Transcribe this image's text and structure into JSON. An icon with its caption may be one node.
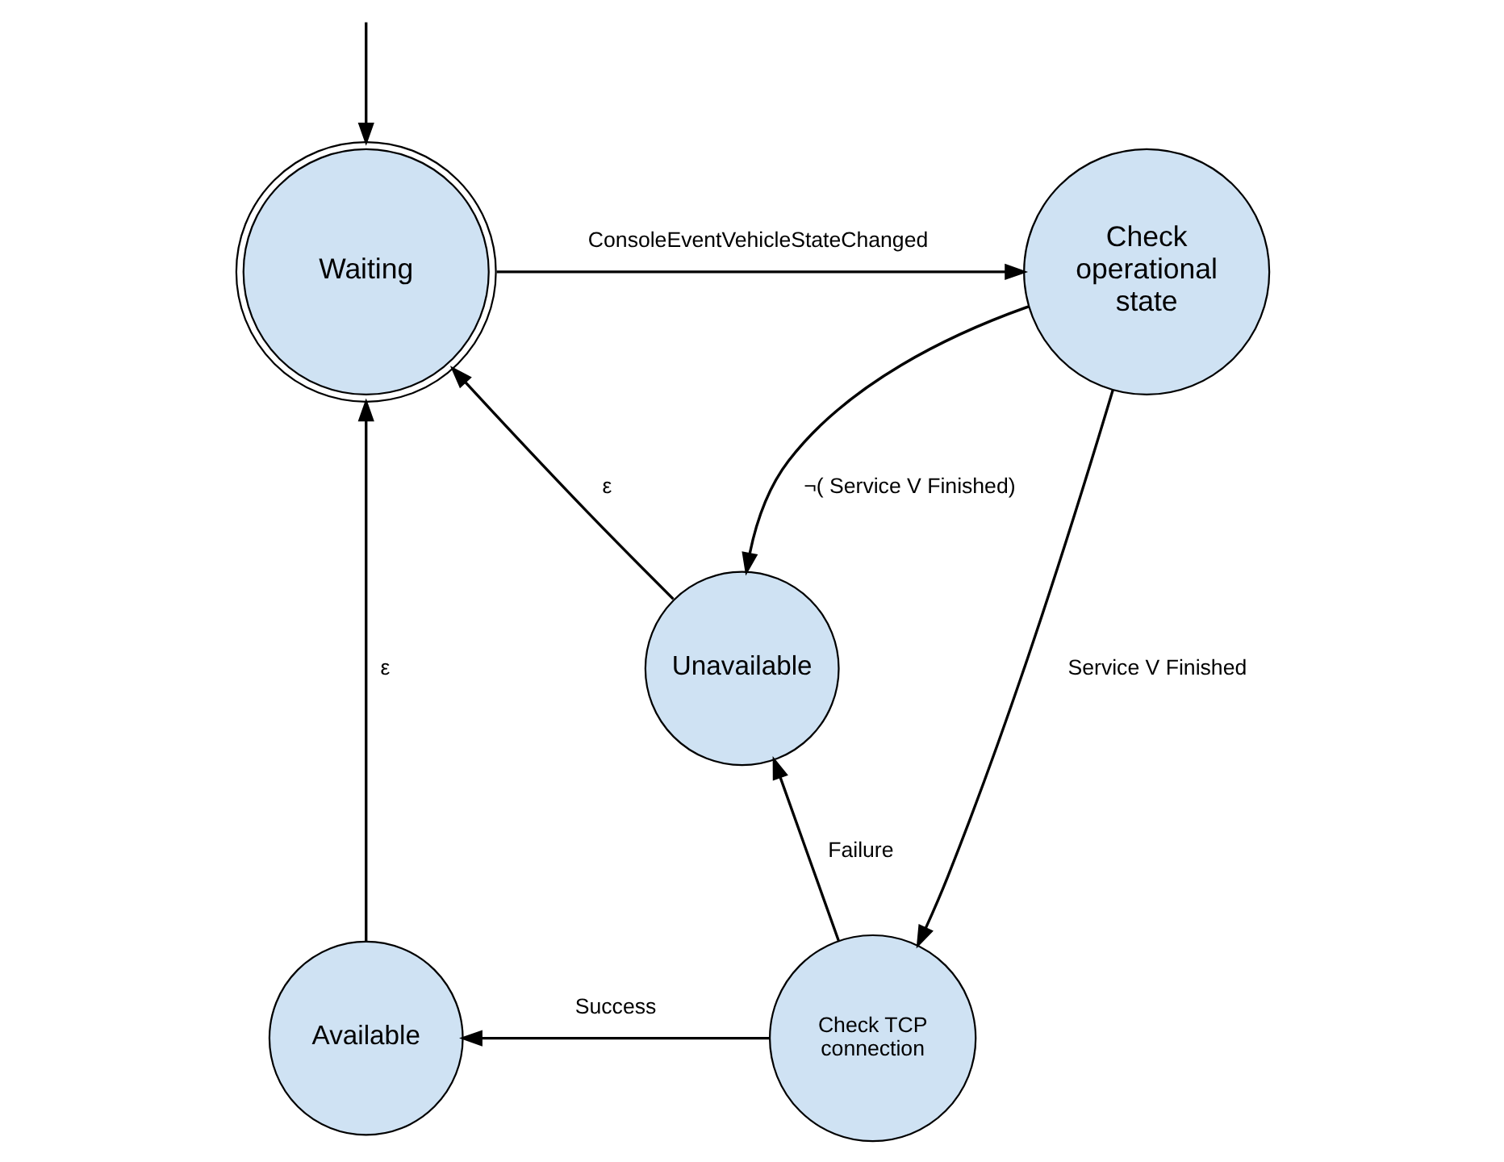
{
  "diagram": {
    "nodes": [
      {
        "text": [
          "Waiting"
        ]
      },
      {
        "text": [
          "Check operational state"
        ]
      },
      {
        "text": [
          "Unavailable"
        ]
      },
      {
        "text": [
          "Check TCP connection"
        ]
      },
      {
        "text": [
          "Available"
        ]
      }
    ],
    "edges": [
      {
        "from": null,
        "to": 0,
        "arrow": "to"
      },
      {
        "from": 0,
        "to": 1,
        "arrow": "to",
        "label": "ConsoleEventVehicleStateChanged"
      },
      {
        "from": 1,
        "to": 2,
        "arrow": "to",
        "label": "¬( Service V Finished)"
      },
      {
        "from": 2,
        "to": 0,
        "arrow": "to",
        "label": "ε"
      },
      {
        "from": 1,
        "to": 3,
        "arrow": "to",
        "label": "Service V Finished"
      },
      {
        "from": 3,
        "to": 2,
        "arrow": "to",
        "label": "Failure"
      },
      {
        "from": 3,
        "to": 4,
        "arrow": "to",
        "label": "Success"
      },
      {
        "from": 4,
        "to": 0,
        "arrow": "to",
        "label": "ε"
      }
    ]
  }
}
